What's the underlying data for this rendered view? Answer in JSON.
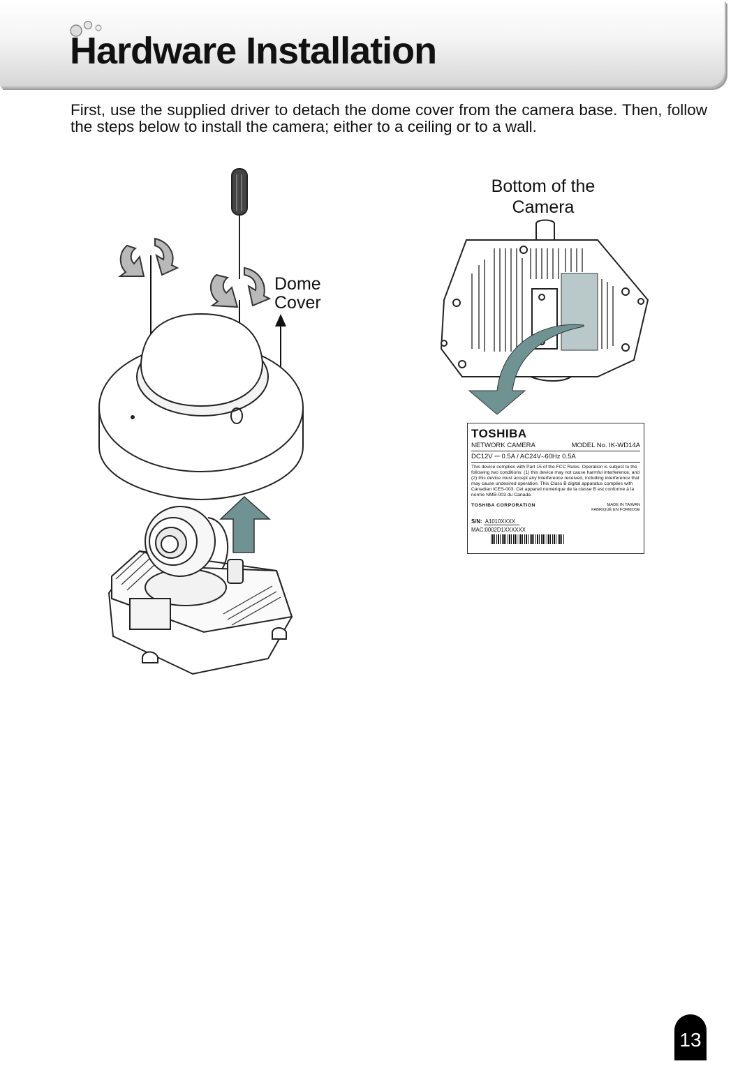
{
  "page": {
    "title": "Hardware Installation",
    "intro": "First, use the supplied driver to detach the dome cover from the camera base. Then, follow the steps below to install the camera; either to a ceiling or to a wall.",
    "page_number": "13"
  },
  "figure": {
    "label_bottom_line1": "Bottom of the",
    "label_bottom_line2": "Camera",
    "label_dome_line1": "Dome",
    "label_dome_line2": "Cover"
  },
  "rating_label": {
    "brand": "TOSHIBA",
    "product": "NETWORK CAMERA",
    "model": "MODEL No.  IK-WD14A",
    "power": "DC12V ⎓ 0.5A / AC24V∼60Hz 0.5A",
    "fcc": "This device complies with Part 15 of the FCC Rules. Operation is subject to the following two conditions: (1) this device may not cause harmful interference, and (2) this device must accept any interference received, including interference that may cause undesired operation. This Class B digital apparatus complies with Canadian ICES-003. Cet appareil numérique de la classe B est conforme à la norme NMB-003 du Canada",
    "corporation": "TOSHIBA CORPORATION",
    "made_in_1": "MADE IN TAIWAN",
    "made_in_2": "FABRIQUÉ EN FORMOSE",
    "sn_label": "S/N:",
    "sn_value": "A1010XXXX",
    "mac": "MAC:0002D1XXXXXX"
  },
  "colors": {
    "accent_arrow": "#6f9393",
    "label_highlight": "#b9c8c9"
  }
}
